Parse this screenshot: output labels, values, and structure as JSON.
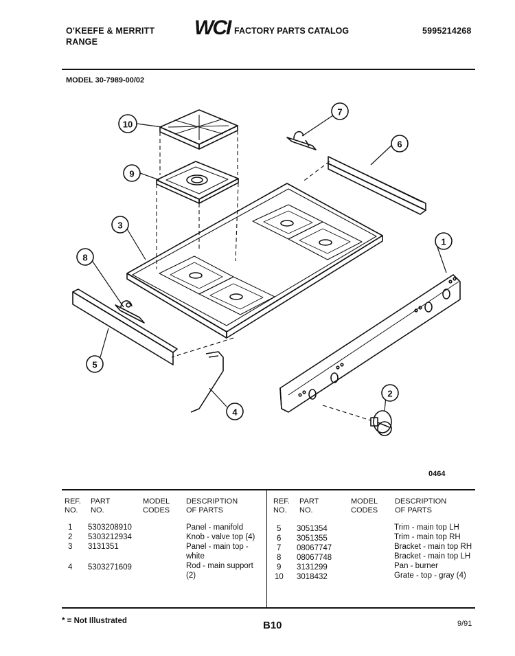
{
  "header": {
    "brand_line1": "O'KEEFE & MERRITT",
    "brand_line2": "RANGE",
    "logo": "WCI",
    "catalog_title": "FACTORY PARTS CATALOG",
    "catalog_number": "5995214268",
    "model": "MODEL 30-7989-00/02"
  },
  "diagram": {
    "callouts": [
      "1",
      "2",
      "3",
      "4",
      "5",
      "6",
      "7",
      "8",
      "9",
      "10"
    ],
    "drawing_code": "0464"
  },
  "table": {
    "headers": {
      "ref": "REF.",
      "no": "NO.",
      "part": "PART",
      "part_no": "NO.",
      "model": "MODEL",
      "codes": "CODES",
      "description": "DESCRIPTION",
      "of_parts": "OF PARTS"
    },
    "left_rows": [
      {
        "ref": "1",
        "part": "5303208910",
        "desc": "Panel - manifold"
      },
      {
        "ref": "2",
        "part": "5303212934",
        "desc": "Knob - valve top (4)"
      },
      {
        "ref": "3",
        "part": "3131351",
        "desc": "Panel - main top -",
        "desc2": "white"
      },
      {
        "ref": "4",
        "part": "5303271609",
        "desc": "Rod - main support",
        "desc2": "(2)"
      }
    ],
    "right_rows": [
      {
        "ref": "5",
        "part": "3051354",
        "desc": "Trim - main top LH"
      },
      {
        "ref": "6",
        "part": "3051355",
        "desc": "Trim - main top RH"
      },
      {
        "ref": "7",
        "part": "08067747",
        "desc": "Bracket - main top RH"
      },
      {
        "ref": "8",
        "part": "08067748",
        "desc": "Bracket - main top LH"
      },
      {
        "ref": "9",
        "part": "3131299",
        "desc": "Pan - burner"
      },
      {
        "ref": "10",
        "part": "3018432",
        "desc": "Grate - top - gray (4)"
      }
    ]
  },
  "footer": {
    "note": "* = Not Illustrated",
    "page": "B10",
    "date": "9/91"
  }
}
